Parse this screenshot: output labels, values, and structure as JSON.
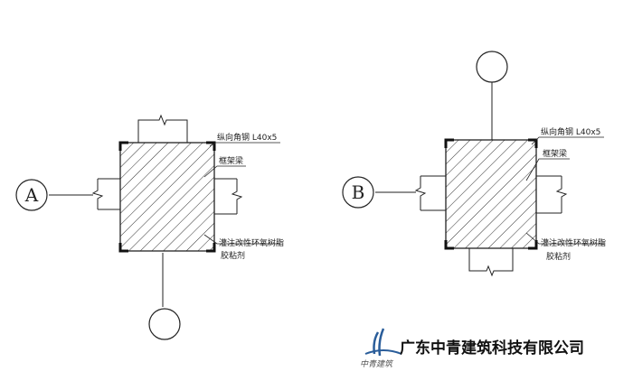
{
  "details": [
    {
      "bubble": "A",
      "label_angle": "纵向角钢 L40x5",
      "label_beam": "框架梁",
      "label_resin_1": "灌注改性环氧树脂",
      "label_resin_2": "胶粘剂"
    },
    {
      "bubble": "B",
      "label_angle": "纵向角钢 L40x5",
      "label_beam": "框架梁",
      "label_resin_1": "灌注改性环氧树脂",
      "label_resin_2": "胶粘剂"
    }
  ],
  "brand": {
    "logo_text": "中青建筑",
    "company_name": "广东中青建筑科技有限公司"
  },
  "colors": {
    "line": "#222222",
    "logo_blue": "#2a5d9a"
  }
}
